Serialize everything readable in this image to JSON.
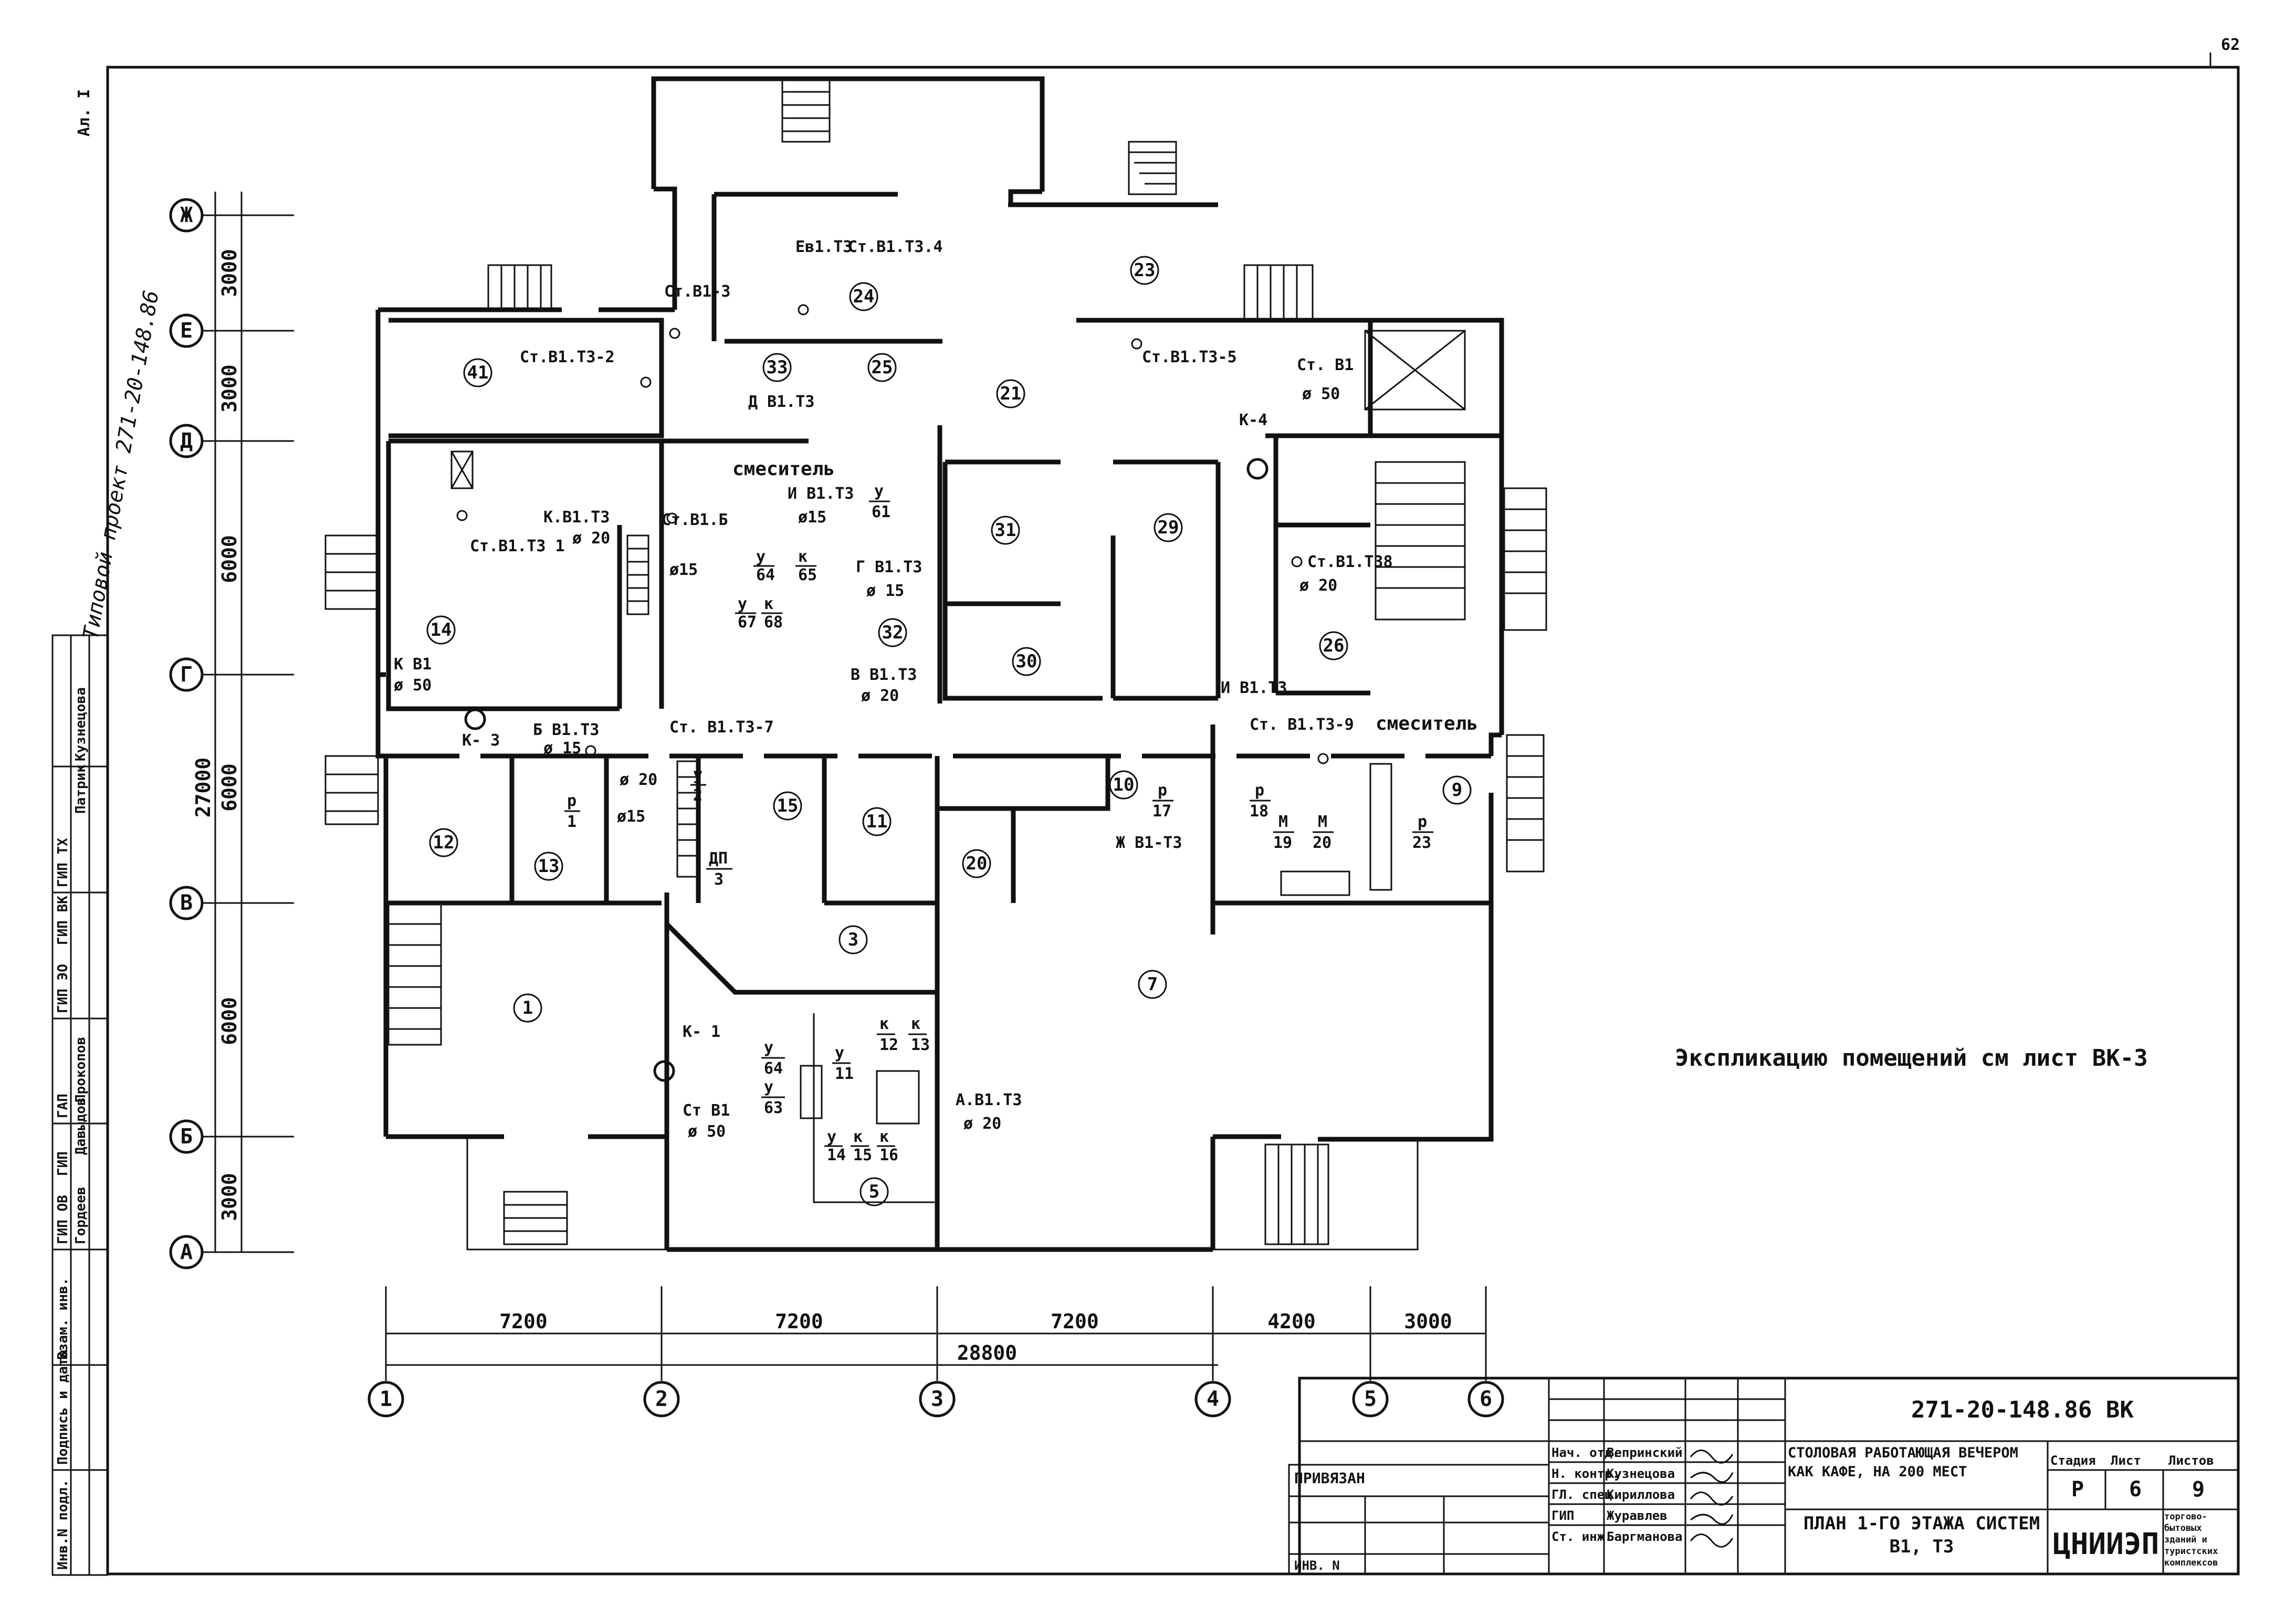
{
  "sheet": {
    "corner_number": "62",
    "corner_album": "Ал. I",
    "side_project_note": "Типовой проект 271-20-148.86",
    "explication_note": "Экспликацию помещений см лист ВК-3"
  },
  "axes": {
    "rows": [
      "Ж",
      "Е",
      "Д",
      "Г",
      "В",
      "Б",
      "А"
    ],
    "columns": [
      "1",
      "2",
      "3",
      "4",
      "5",
      "6"
    ]
  },
  "dimensions": {
    "horizontal": [
      "7200",
      "7200",
      "7200",
      "4200",
      "3000"
    ],
    "horizontal_total": "28800",
    "vertical": [
      "3000",
      "3000",
      "6000",
      "6000",
      "6000",
      "3000"
    ],
    "vertical_total": "27000"
  },
  "rooms": [
    "1",
    "3",
    "5",
    "7",
    "9",
    "10",
    "11",
    "12",
    "13",
    "14",
    "15",
    "20",
    "21",
    "23",
    "24",
    "25",
    "26",
    "29",
    "30",
    "31",
    "32",
    "33",
    "41"
  ],
  "labels": {
    "st_b1_t3_1": "Ст.В1.Т3 1",
    "st_b1_t3_2": "Ст.В1.Т3-2",
    "st_b1_3": "Ст.В1-3",
    "e_b1t3": "Ев1.Т3",
    "st_b1_t3_4": "Ст.В1.Т3.4",
    "st_b1_t3_5": "Ст.В1.Т3-5",
    "st_b1_top": "Ст. В1",
    "d50_top": "ø 50",
    "k4": "К-4",
    "mixer1": "смеситель",
    "mixer2": "смеситель",
    "d_b1t3": "Д В1.Т3",
    "i_b1t3": "И В1.Т3",
    "d15_i": "ø15",
    "k_b1t3": "К.В1.Т3",
    "d20_k": "ø 20",
    "st_b1_b": "Ст.В1.Б",
    "g_b1t3": "Г В1.Т3",
    "d15_g": "ø 15",
    "v_b1t3": "В В1.Т3",
    "d20_v": "ø 20",
    "st_b1t38": "Ст.В1.Т38",
    "d20_st": "ø 20",
    "k_b1_left": "К В1",
    "d50_left": "ø 50",
    "k3": "К- 3",
    "b_b1t3": "Б В1.Т3",
    "d15_b": "ø 15",
    "st_b1t3_7": "Ст. В1.Т3-7",
    "d20_mid": "ø 20",
    "d15_mid": "ø15",
    "st_b1t3_9": "Ст. В1.Т3-9",
    "zh_b1t3": "Ж В1-Т3",
    "i_b1t3_top": "И В1.Т3",
    "k1": "К- 1",
    "st_b1_bot": "Ст В1",
    "d50_bot": "ø 50",
    "a_b1t3": "А.В1.Т3",
    "d20_a": "ø 20",
    "d15_left": "ø15"
  },
  "fixtures": [
    {
      "num": "р",
      "den": "1"
    },
    {
      "num": "у",
      "den": "2"
    },
    {
      "num": "ДП",
      "den": "3"
    },
    {
      "num": "р",
      "den": "17"
    },
    {
      "num": "р",
      "den": "18"
    },
    {
      "num": "М",
      "den": "19"
    },
    {
      "num": "М",
      "den": "20"
    },
    {
      "num": "р",
      "den": "23"
    },
    {
      "num": "у",
      "den": "61"
    },
    {
      "num": "у",
      "den": "64"
    },
    {
      "num": "к",
      "den": "65"
    },
    {
      "num": "у",
      "den": "67"
    },
    {
      "num": "к",
      "den": "68"
    },
    {
      "num": "у",
      "den": "64"
    },
    {
      "num": "у",
      "den": "63"
    },
    {
      "num": "у",
      "den": "11"
    },
    {
      "num": "к",
      "den": "12"
    },
    {
      "num": "к",
      "den": "13"
    },
    {
      "num": "у",
      "den": "14"
    },
    {
      "num": "к",
      "den": "15"
    },
    {
      "num": "к",
      "den": "16"
    }
  ],
  "left_stamp": [
    "Инв.N подл.",
    "Подпись и дата",
    "Взам. инв.",
    "ГИП ОВ",
    "ГИП",
    "ГАП",
    "Гордеев",
    "Давыдов",
    "Прокопов",
    "ГИП ЭО",
    "ГИП ВК",
    "ГИП ТХ",
    "Патрик",
    "Кузнецова"
  ],
  "title_block": {
    "code": "271-20-148.86 ВК",
    "privyazan": "ПРИВЯЗАН",
    "inv_n": "ИНВ. N",
    "roles": [
      "Нач. отд.",
      "Н. контр.",
      "ГЛ. спец.",
      "ГИП",
      "Ст. инж."
    ],
    "names": [
      "Вепринский",
      "Кузнецова",
      "Кириллова",
      "Журавлев",
      "Баргманова"
    ],
    "object_name": "СТОЛОВАЯ РАБОТАЮЩАЯ ВЕЧЕРОМ КАК КАФЕ, НА 200 МЕСТ",
    "sheet_title": "ПЛАН 1-ГО ЭТАЖА СИСТЕМ В1, Т3",
    "stage_label": "Стадия",
    "sheet_label": "Лист",
    "sheets_label": "Листов",
    "stage": "Р",
    "sheet_no": "6",
    "sheets_total": "9",
    "org": "ЦНИИЭП",
    "org_note": "торгово-бытовых зданий и туристских комплексов"
  }
}
